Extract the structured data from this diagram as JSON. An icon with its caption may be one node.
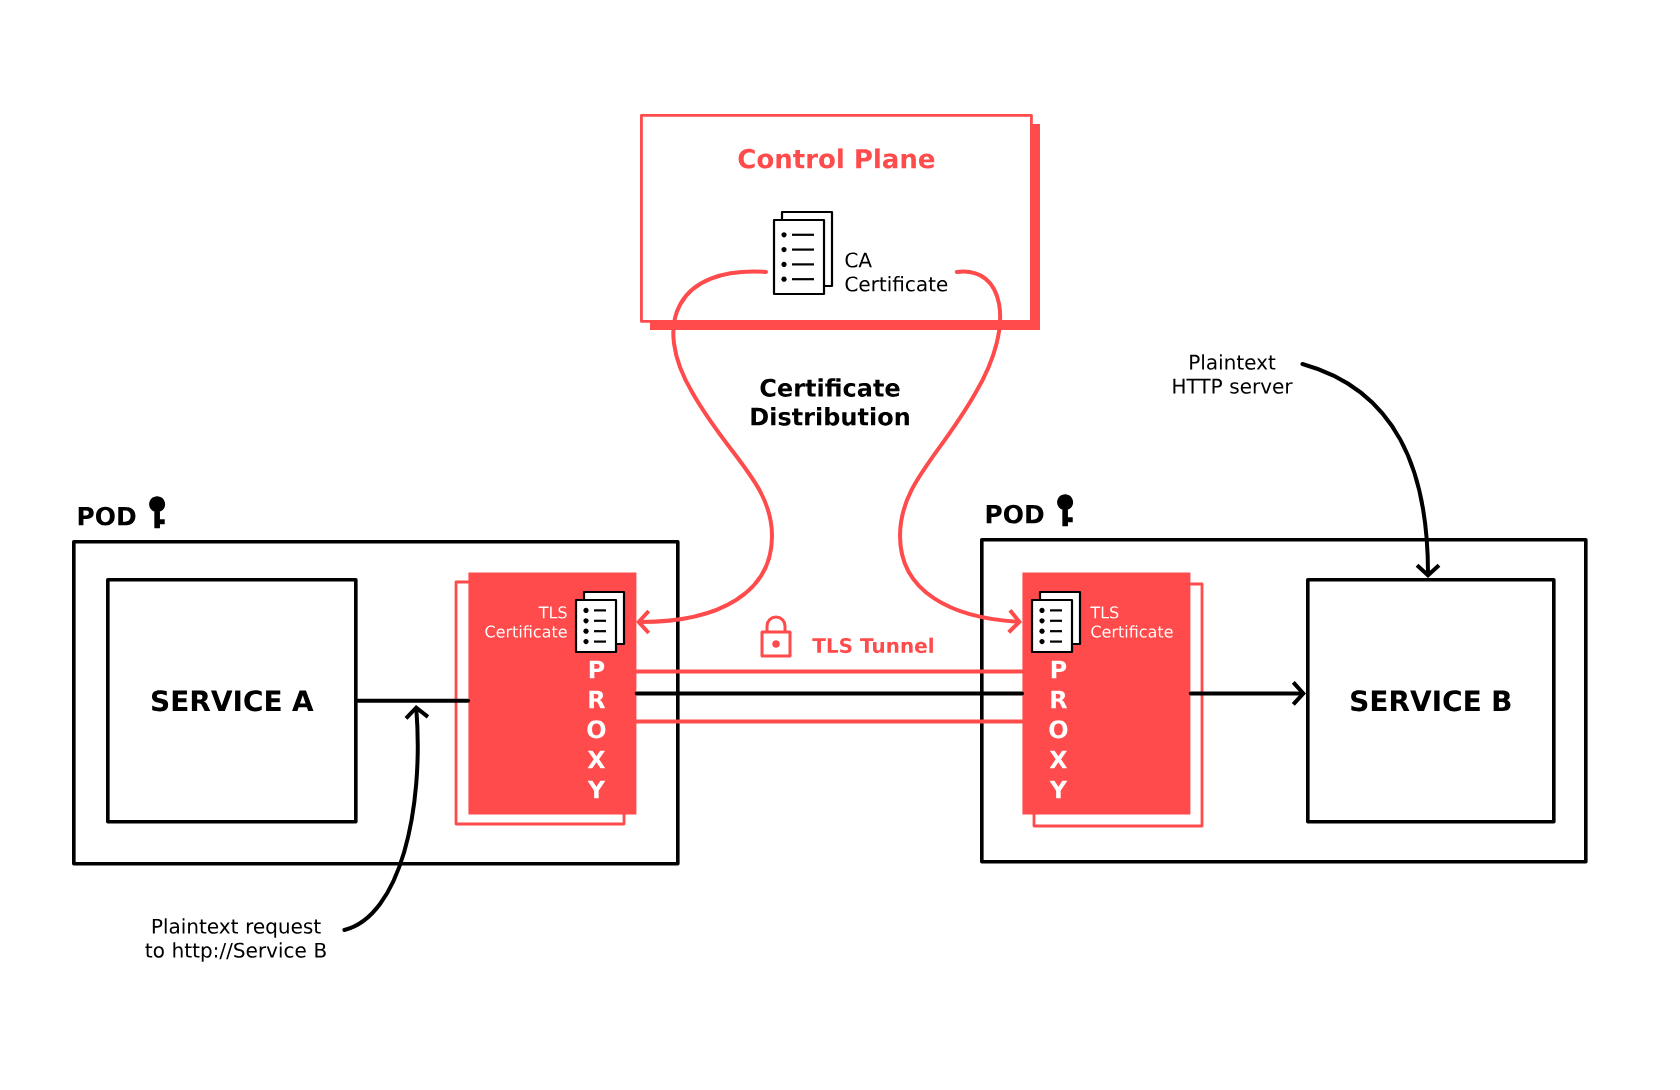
{
  "diagram": {
    "nodes": [
      {
        "text": [
          "Control Plane"
        ]
      },
      {
        "text": [
          "CA Certificate"
        ],
        "in": 0
      },
      {
        "text": [
          "POD"
        ]
      },
      {
        "text": [
          "SERVICE A"
        ],
        "in": 2
      },
      {
        "text": [
          "PROXY"
        ],
        "in": 2
      },
      {
        "text": [
          "TLS Certificate"
        ],
        "in": 4
      },
      {
        "text": [
          "POD"
        ]
      },
      {
        "text": [
          "PROXY"
        ],
        "in": 6
      },
      {
        "text": [
          "TLS Certificate"
        ],
        "in": 7
      },
      {
        "text": [
          "SERVICE B"
        ],
        "in": 6
      },
      {
        "text": [
          "Plaintext request to http://Service B"
        ]
      },
      {
        "text": [
          "Plaintext HTTP server"
        ]
      }
    ],
    "edges": [
      {
        "from": 1,
        "to": 5,
        "arrow": "to",
        "color": "#ff4b4b"
      },
      {
        "from": 1,
        "to": 8,
        "arrow": "to",
        "color": "#ff4b4b"
      },
      {
        "from": 3,
        "to": 4,
        "arrow": "none"
      },
      {
        "from": 4,
        "to": 7,
        "arrow": "none"
      },
      {
        "from": 4,
        "to": 7,
        "arrow": "none",
        "label": "TLS Tunnel",
        "color": "#ff4b4b"
      },
      {
        "from": 7,
        "to": 9,
        "arrow": "to"
      },
      {
        "from": 10,
        "to": null,
        "arrow": "to"
      },
      {
        "from": 11,
        "to": 9,
        "arrow": "to"
      }
    ],
    "labels": [
      "Certificate Distribution"
    ]
  }
}
